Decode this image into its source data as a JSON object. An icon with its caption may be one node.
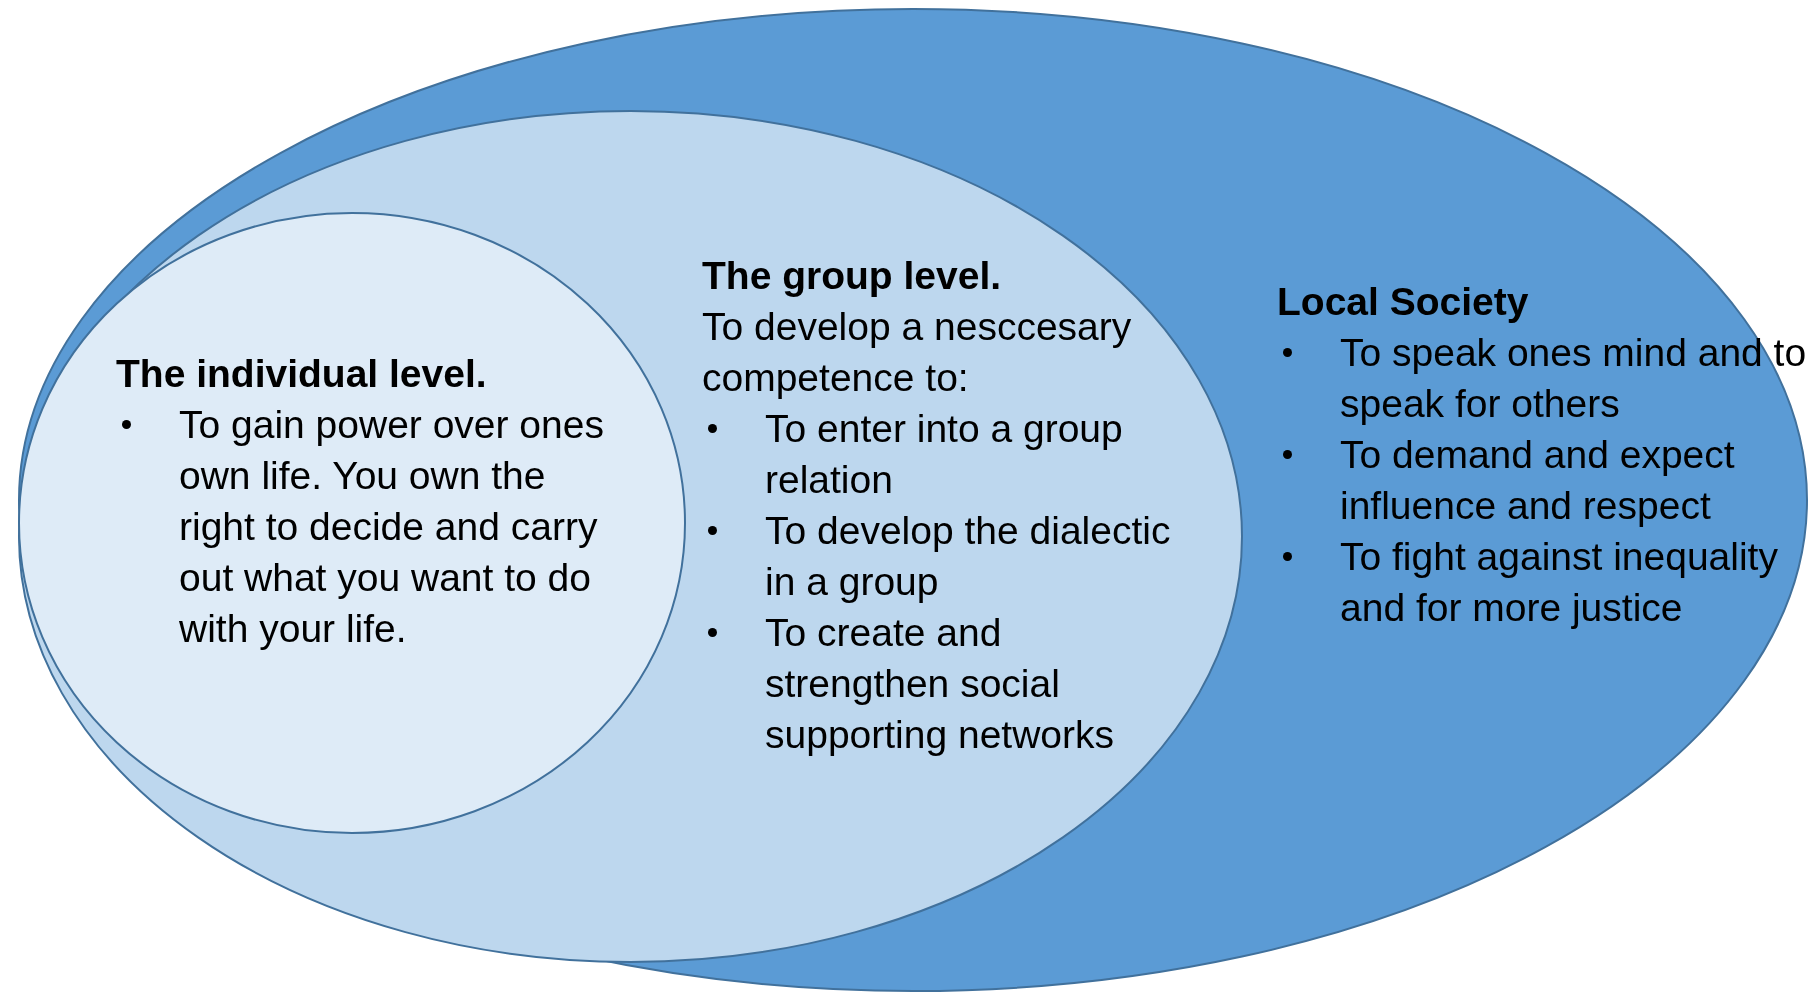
{
  "diagram": {
    "nodes": [
      {
        "text": [
          "Local Society",
          "To speak ones mind and to speak for others",
          "To demand and expect influence and respect",
          "To fight against inequality and for more justice"
        ]
      },
      {
        "text": [
          "The group level.",
          "To develop a nesccesary competence to:",
          "To enter into a group relation",
          "To develop the dialectic in a group",
          "To create and strengthen social supporting networks"
        ],
        "in": 0
      },
      {
        "text": [
          "The individual level.",
          "To gain power over ones own life. You own the right to decide and carry out what you want to do with your life."
        ],
        "in": 1
      }
    ],
    "edges": []
  }
}
